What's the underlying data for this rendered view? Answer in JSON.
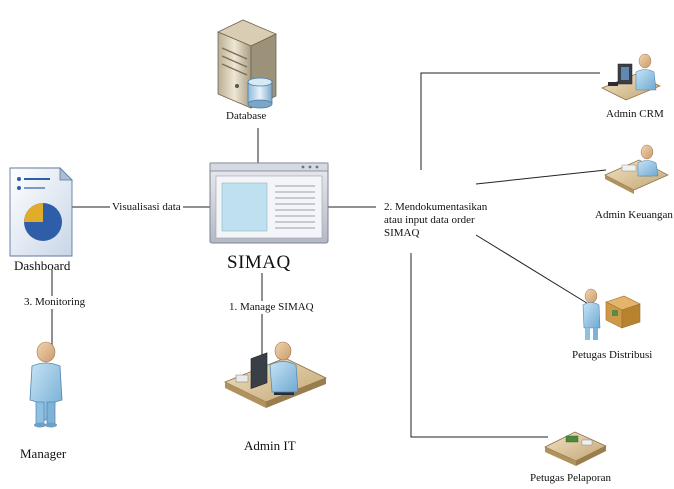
{
  "nodes": {
    "database": {
      "label": "Database"
    },
    "simaq": {
      "label": "SIMAQ"
    },
    "dashboard": {
      "label": "Dashboard"
    },
    "admin_it": {
      "label": "Admin IT"
    },
    "manager": {
      "label": "Manager"
    },
    "admin_crm": {
      "label": "Admin CRM"
    },
    "admin_keuangan": {
      "label": "Admin Keuangan"
    },
    "petugas_distribusi": {
      "label": "Petugas Distribusi"
    },
    "petugas_pelaporan": {
      "label": "Petugas Pelaporan"
    }
  },
  "edges": {
    "visualisasi": {
      "label": "Visualisasi data"
    },
    "monitoring": {
      "label": "3. Monitoring"
    },
    "manage": {
      "label": "1. Manage SIMAQ"
    },
    "dokumentasi": {
      "label": "2. Mendokumentasikan atau input data order SIMAQ"
    }
  },
  "icons": {
    "database": "server-icon",
    "simaq": "application-window-icon",
    "dashboard": "report-document-icon",
    "admin_it": "workstation-user-icon",
    "manager": "person-icon",
    "admin_crm": "workstation-user-icon",
    "admin_keuangan": "desk-user-icon",
    "petugas_distribusi": "delivery-person-icon",
    "petugas_pelaporan": "desk-icon"
  },
  "colors": {
    "line": "#222222",
    "person_body": "#9cc9e6",
    "person_skin": "#e8c39a",
    "server_body": "#e6dcc4",
    "window_frame": "#c5c9d2",
    "window_panel": "#bfe0ee",
    "chart_blue": "#2e5ea8",
    "chart_gold": "#e1ac2a"
  }
}
